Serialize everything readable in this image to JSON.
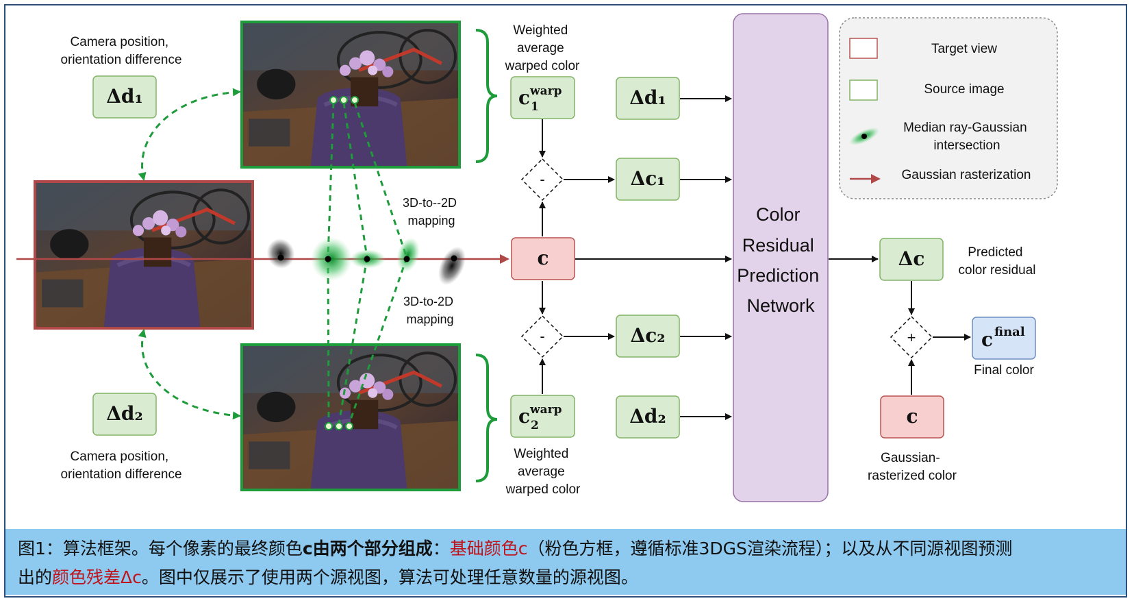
{
  "labels": {
    "cam_top": [
      "Camera position,",
      "orientation difference"
    ],
    "cam_bottom": [
      "Camera position,",
      "orientation difference"
    ],
    "wavg_top": [
      "Weighted",
      "average",
      "warped color"
    ],
    "wavg_bottom": [
      "Weighted",
      "average",
      "warped color"
    ],
    "map_top": [
      "3D-to--2D",
      "mapping"
    ],
    "map_bottom": [
      "3D-to-2D",
      "mapping"
    ],
    "network": [
      "Color",
      "Residual",
      "Prediction",
      "Network"
    ],
    "pred_residual": [
      "Predicted",
      "color residual"
    ],
    "final_color": "Final color",
    "gauss_color": [
      "Gaussian-",
      "rasterized color"
    ]
  },
  "symbols": {
    "dd1": "Δd₁",
    "dd2": "Δd₂",
    "dc1": "Δc₁",
    "dc2": "Δc₂",
    "dc": "Δc",
    "c": "c",
    "c1": "c",
    "c1_sub": "1",
    "c2": "c",
    "c2_sub": "2",
    "warp_sup": "warp",
    "cfinal": "c",
    "final_sup": "final",
    "minus": "-",
    "plus": "+"
  },
  "legend": {
    "target": "Target view",
    "source": "Source image",
    "median": [
      "Median ray-Gaussian",
      "intersection"
    ],
    "raster": "Gaussian rasterization"
  },
  "colors": {
    "green_fill": "#d9ecd2",
    "green_stroke": "#82b366",
    "red_fill": "#f7cfcf",
    "red_stroke": "#b85450",
    "purple_fill": "#e3d3ea",
    "purple_stroke": "#9673a6",
    "blue_fill": "#d6e4f7",
    "blue_stroke": "#6c8ebf",
    "image_green": "#1e9b3a",
    "image_red": "#b04848",
    "caption_bg": "#8ec9ef",
    "caption_red": "#c0141c"
  },
  "caption": {
    "p1": "图1：算法框架。每个像素的最终颜色",
    "p2": "c由两个部分组成",
    "p3": "：",
    "p4": "基础颜色c",
    "p5": "（粉色方框，遵循标准3DGS渲染流程）；以及从不同源视图预测",
    "p6": "出的",
    "p7": "颜色残差Δc",
    "p8": "。图中仅展示了使用两个源视图，算法可处理任意数量的源视图。"
  }
}
